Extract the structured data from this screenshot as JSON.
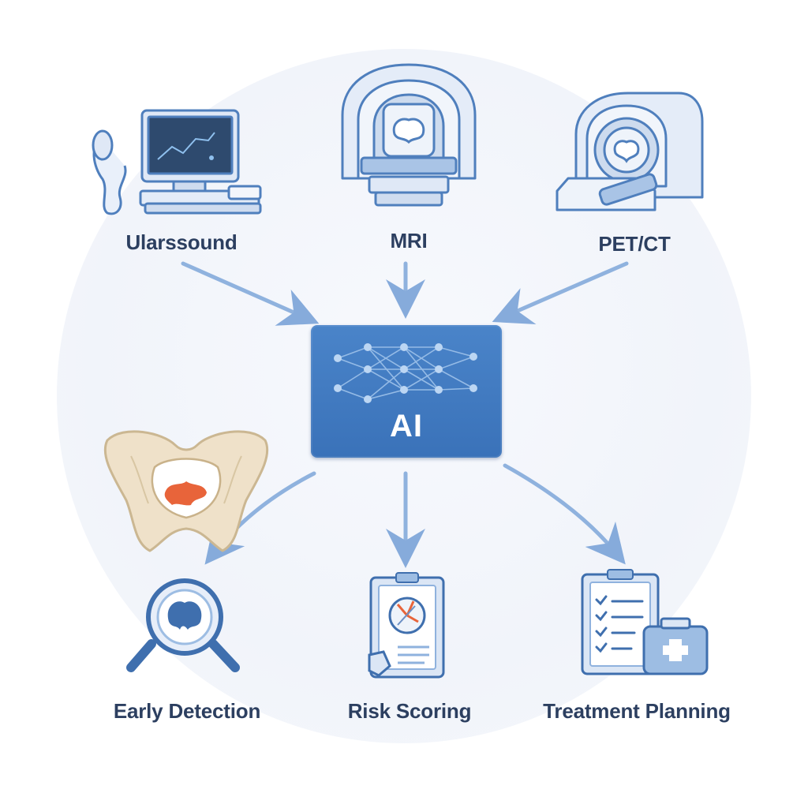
{
  "diagram": {
    "inputs": [
      {
        "id": "ultrasound",
        "label": "Ularssound",
        "icon": "ultrasound-machine-icon"
      },
      {
        "id": "mri",
        "label": "MRI",
        "icon": "mri-scanner-icon"
      },
      {
        "id": "petct",
        "label": "PET/CT",
        "icon": "pet-ct-scanner-icon"
      }
    ],
    "center": {
      "label": "AI",
      "icon": "neural-network-icon"
    },
    "outputs": [
      {
        "id": "early-detection",
        "label": "Early Detection",
        "icon": "magnifier-icon"
      },
      {
        "id": "risk-scoring",
        "label": "Risk Scoring",
        "icon": "clipboard-report-icon"
      },
      {
        "id": "treatment-planning",
        "label": "Treatment Planning",
        "icon": "checklist-medkit-icon"
      }
    ],
    "illustration": {
      "icon": "pelvis-anatomy-icon"
    },
    "colors": {
      "accent": "#3f7bc2",
      "arrow": "#7ea6d8",
      "label": "#2c3f60",
      "highlight": "#e8643a"
    }
  }
}
